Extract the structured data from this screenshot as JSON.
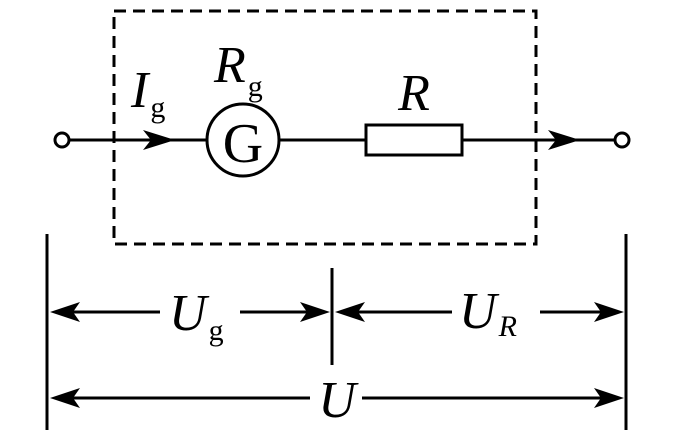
{
  "diagram": {
    "current": {
      "symbol": "I",
      "subscript": "g"
    },
    "galvanometer": {
      "symbol": "G",
      "resistance": {
        "symbol": "R",
        "subscript": "g"
      }
    },
    "resistor": {
      "symbol": "R"
    },
    "voltages": {
      "ug": {
        "symbol": "U",
        "subscript": "g"
      },
      "ur": {
        "symbol": "U",
        "subscript": "R"
      },
      "total": {
        "symbol": "U"
      }
    }
  },
  "colors": {
    "stroke": "#000000",
    "background": "#ffffff"
  }
}
